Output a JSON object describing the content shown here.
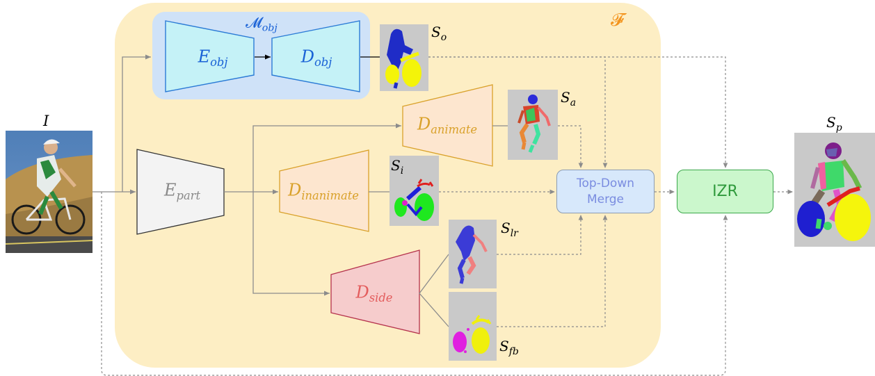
{
  "input": {
    "label_main": "I"
  },
  "frame": {
    "label": "𝓕",
    "color": "#f3941e",
    "fill": "#fdeec4"
  },
  "object_branch": {
    "group_main": "𝓜",
    "group_sub": "obj",
    "encoder_main": "E",
    "encoder_sub": "obj",
    "decoder_main": "D",
    "decoder_sub": "obj",
    "out_main": "S",
    "out_sub": "o",
    "colors": {
      "group_fill": "#cfe2f8",
      "trap_fill": "#c5f2f7",
      "trap_stroke": "#2b7bd6",
      "text": "#1a62d6"
    }
  },
  "part_encoder": {
    "label_main": "E",
    "label_sub": "part",
    "fill": "#f3f3f3",
    "stroke": "#333333",
    "text": "#8a8a8a"
  },
  "animate_decoder": {
    "label_main": "D",
    "label_sub": "animate",
    "out_main": "S",
    "out_sub": "a"
  },
  "inanimate_decoder": {
    "label_main": "D",
    "label_sub": "inanimate",
    "out_main": "S",
    "out_sub": "i"
  },
  "side_decoder": {
    "label_main": "D",
    "label_sub": "side",
    "out_lr_main": "S",
    "out_lr_sub": "lr",
    "out_fb_main": "S",
    "out_fb_sub": "fb",
    "fill": "#f6cccc",
    "stroke": "#b5334d",
    "text": "#e35d5d"
  },
  "decoder_colors": {
    "fill": "#fde6cf",
    "stroke": "#d9a12a",
    "text": "#d9a12a"
  },
  "merge_box": {
    "line1": "Top-Down",
    "line2": "Merge",
    "fill": "#d7e8fb",
    "stroke": "#8a9bb3",
    "text": "#7a8ce0"
  },
  "izr_box": {
    "label": "IZR",
    "fill": "#cbf7cc",
    "stroke": "#3aa84a",
    "text": "#2f9a3c"
  },
  "output": {
    "label_main": "S",
    "label_sub": "p"
  }
}
